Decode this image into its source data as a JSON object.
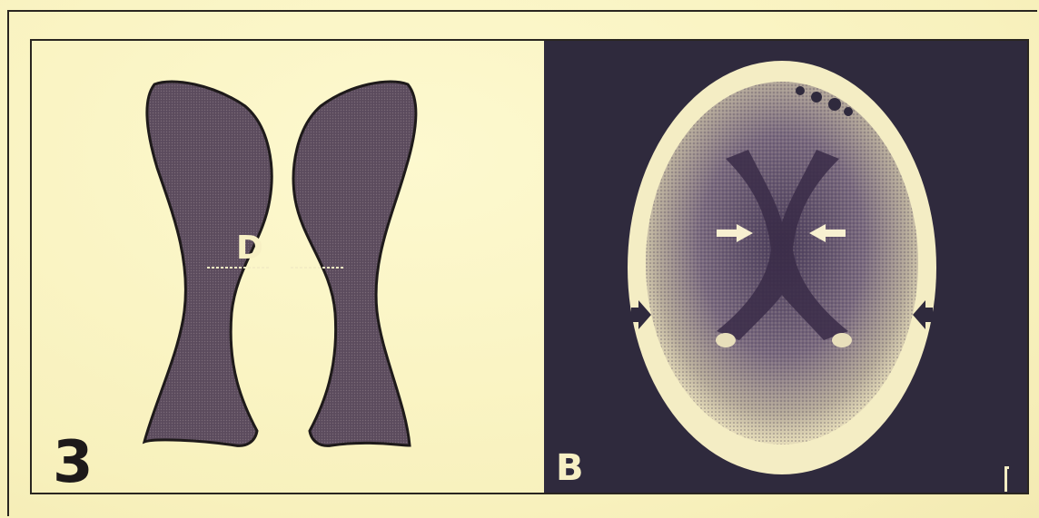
{
  "figure": {
    "panel_number": "3",
    "left_panel": {
      "label": "D",
      "shape_fill": "#5a4a5a",
      "outline": "#1e1a1a"
    },
    "right_panel": {
      "label": "B",
      "background": "#2f2a3d",
      "skull_color": "#f4edc4",
      "brain_color": "#6a5a72",
      "arrows": [
        "white-arrow-left",
        "white-arrow-right",
        "black-arrow-left",
        "black-arrow-right"
      ]
    },
    "paper_color": "#fbf6c4"
  }
}
